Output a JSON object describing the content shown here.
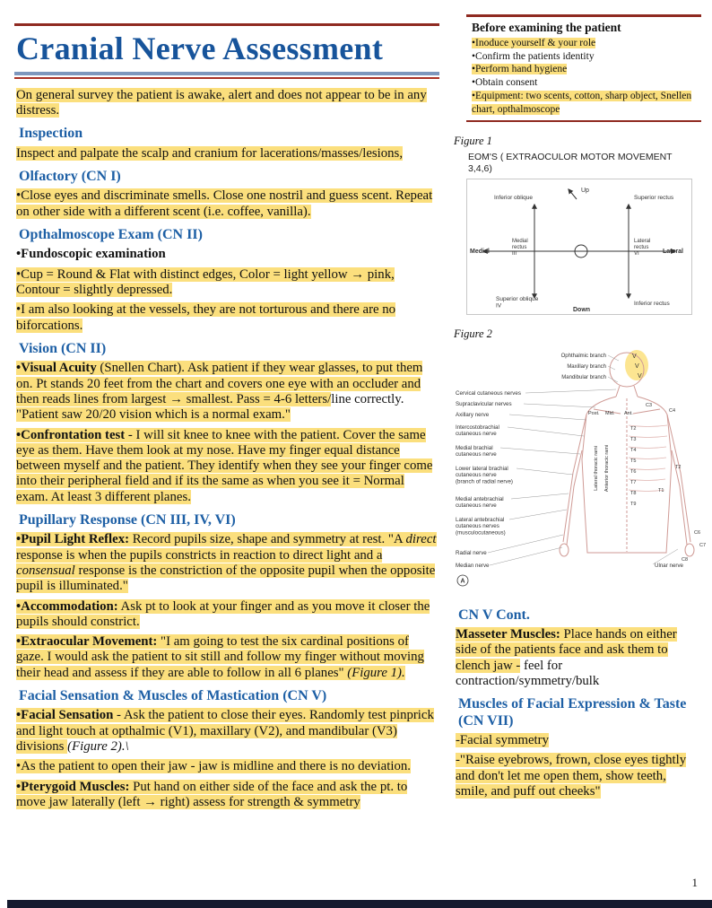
{
  "page": {
    "number": "1"
  },
  "title": "Cranial Nerve Assessment",
  "before_box": {
    "title": "Before examining the patient",
    "items": [
      "•Inoduce yourself & your role",
      "•Confirm the patients identity",
      "•Perform hand hygiene",
      "•Obtain consent",
      "•Equipment: two scents, cotton, sharp object, Snellen chart, opthalmoscope"
    ]
  },
  "left": {
    "intro": "On general survey the patient is awake, alert and does not appear to be in any distress.",
    "inspection": {
      "heading": "Inspection",
      "body": "Inspect and palpate the scalp and cranium for lacerations/masses/lesions,"
    },
    "olfactory": {
      "heading": "Olfactory (CN I)",
      "body": "•Close eyes and discriminate smells. Close one nostril and guess scent. Repeat on other side with a different scent (i.e. coffee, vanilla)."
    },
    "opthalmoscope": {
      "heading": "Opthalmoscope Exam (CN II)",
      "fundoscopic": "•Fundoscopic examination",
      "cup": "•Cup = Round & Flat with distinct edges, Color = light yellow → pink, Contour = slightly depressed.",
      "vessels": "•I am also looking at the vessels, they are not torturous and there are no biforcations."
    },
    "vision": {
      "heading": "Vision (CN II)",
      "acuity_lead": "•Visual Acuity",
      "acuity_body": " (Snellen Chart). Ask patient if they wear glasses, to put them on. Pt stands 20 feet from the chart and covers one eye with an occluder and then reads lines from largest → smallest. Pass = 4-6 letters/",
      "acuity_plain": "line correctly. ",
      "acuity_quote": "\"Patient saw 20/20 vision which is a normal exam.\"",
      "confrontation_lead": "•Confrontation test",
      "confrontation_body": " - I will sit knee to knee with the patient. Cover the same eye as them. Have them look at my nose. Have my finger equal distance between myself and the patient. They identify when they see your finger come into their peripheral field and if its the same as when you see it = Normal exam. At least 3 different planes."
    },
    "pupillary": {
      "heading": "Pupillary Response (CN III, IV, VI)",
      "plr_lead": "•Pupil Light Reflex:",
      "plr_1": " Record pupils size, shape and symmetry at rest. \"A ",
      "plr_direct": "direct",
      "plr_2": " response is when the pupils constricts in reaction to direct light and a ",
      "plr_consensual": "consensual",
      "plr_3": " response is the constriction of the opposite pupil when the opposite pupil is illuminated.\"",
      "accommodation_lead": "•Accommodation:",
      "accommodation_body": " Ask pt to look at your finger and as you move it closer the pupils should constrict.",
      "eom_lead": "•Extraocular Movement:",
      "eom_body": " \"I am going to test the six cardinal positions of gaze. I would ask the patient to sit still and follow my finger without moving their head and assess if they are able to follow in all 6 planes\" ",
      "eom_fig": "(Figure 1)."
    },
    "facial": {
      "heading": "Facial Sensation & Muscles of Mastication (CN V)",
      "sensation_lead": "•Facial Sensation",
      "sensation_body": " - Ask the patient to close their eyes. Randomly test pinprick and light touch at opthalmic (V1), maxillary (V2), and mandibular (V3) divisions ",
      "sensation_fig": "(Figure 2).\\",
      "jaw": "•As the patient to open their jaw - jaw is midline and there is no deviation.",
      "pterygoid_lead": "•Pterygoid Muscles:",
      "pterygoid_body": " Put hand on either side of the face and ask the pt. to move jaw laterally (left → right) assess for strength & symmetry"
    }
  },
  "right": {
    "figure1_label": "Figure 1",
    "figure2_label": "Figure 2",
    "cnv": {
      "heading": "CN V Cont.",
      "masseter_lead": "Masseter Muscles:",
      "masseter_hl": " Place hands on either side of the patients face and ask them to clench jaw -",
      "masseter_tail": " feel for contraction/symmetry/bulk"
    },
    "mfe": {
      "heading": "Muscles of Facial Expression & Taste (CN VII)",
      "symmetry": "-Facial symmetry",
      "raise": "-\"Raise eyebrows, frown, close eyes tightly and don't let me open them, show teeth, smile, and puff out cheeks\""
    }
  },
  "figure1": {
    "caption": "EOM'S ( EXTRAOCULOR MOTOR MOVEMENT\n3,4,6)",
    "labels": {
      "up": "Up",
      "inferior_oblique": "Inferior oblique",
      "superior_rectus": "Superior rectus",
      "medial": "Medial",
      "medial_rectus": "Medial\nrectus\nIII",
      "lateral_rectus": "Lateral\nrectus\nVI",
      "lateral": "Lateral",
      "superior_oblique": "Superior oblique\nIV",
      "inferior_rectus": "Inferior rectus",
      "down": "Down"
    }
  },
  "figure2": {
    "labels": {
      "ophthalmic": "Ophthalmic branch",
      "maxillary": "Maxillary branch",
      "mandibular": "Mandibular branch",
      "v": "V",
      "cervical": "Cervical cutaneous nerves",
      "supraclavicular": "Supraclavicular nerves",
      "axillary": "Axillary nerve",
      "post": "Post.",
      "mid": "Mid.",
      "ant": "Ant.",
      "intercostobrachial": "Intercostobrachial\ncutaneous nerve",
      "medial_brachial": "Medial brachial\ncutaneous nerve",
      "lower_lateral": "Lower lateral brachial\ncutaneous nerve\n(branch of radial nerve)",
      "medial_antebrachial": "Medial antebrachial\ncutaneous nerve",
      "lateral_antebrachial": "Lateral antebrachial\ncutaneous nerves\n(musculocutaneous)",
      "radial": "Radial nerve",
      "median": "Median nerve",
      "ulnar": "Ulnar nerve",
      "lateral_rami": "Lateral thoracic rami",
      "anterior_rami": "Anterior thoracic rami",
      "c3": "C3",
      "c4": "C4",
      "t2": "T2",
      "t3": "T3",
      "t4": "T4",
      "t5": "T5",
      "t6": "T6",
      "t7": "T7",
      "t8": "T8",
      "t9": "T9",
      "t1": "T1",
      "t2_arm": "T2",
      "c6": "C6",
      "c7": "C7",
      "c8": "C8",
      "a": "A"
    }
  },
  "colors": {
    "accent_blue": "#1d5fa5",
    "highlight": "#fbdf7d",
    "maroon": "#8f2a21"
  }
}
